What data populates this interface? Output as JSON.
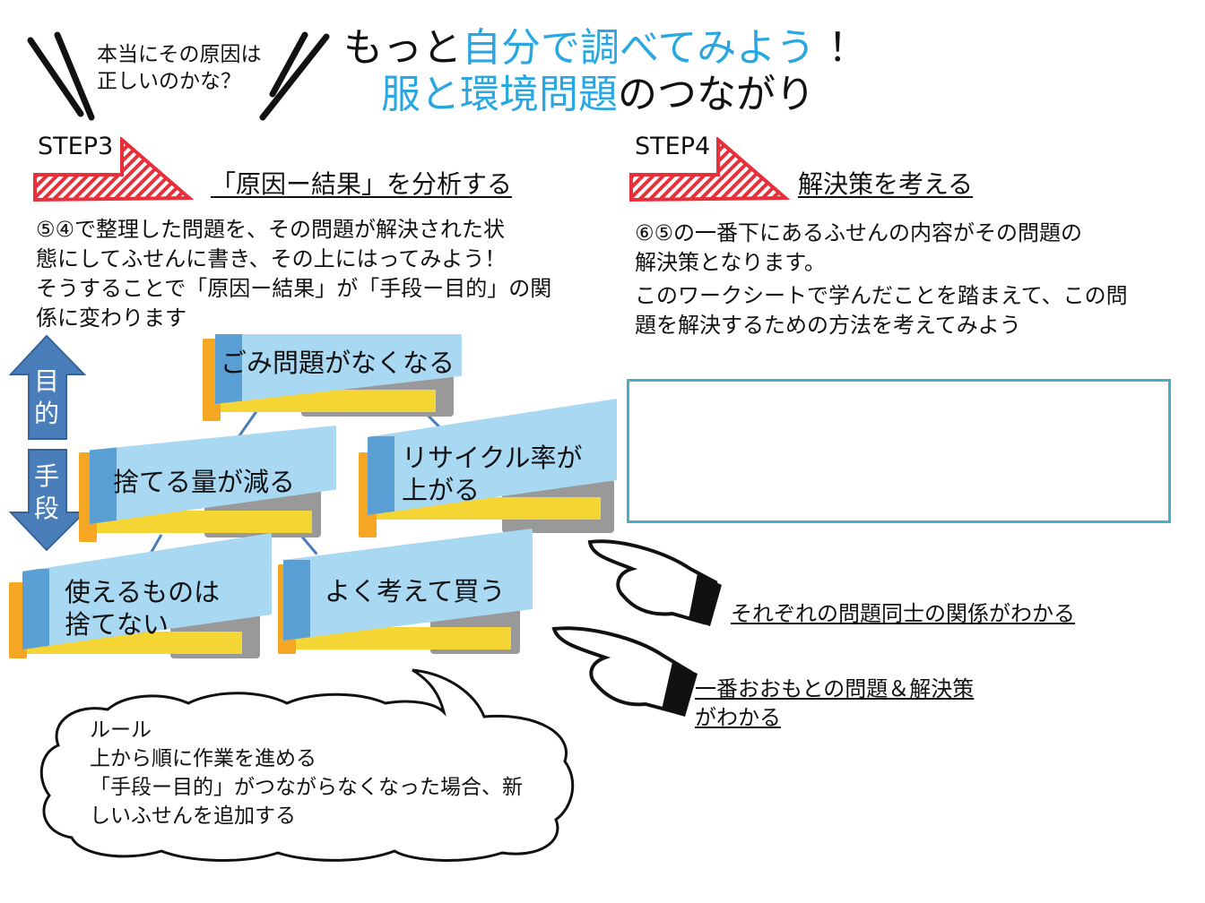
{
  "title": {
    "line1_black_a": "もっと",
    "line1_blue": "自分で調べてみよう",
    "line1_black_b": "！",
    "line2_blue": "服と環境問題",
    "line2_black": "のつながり"
  },
  "callout": {
    "line1": "本当にその原因は",
    "line2": "正しいのかな？"
  },
  "step3": {
    "label": "STEP3",
    "heading": "「原因ー結果」を分析する",
    "instructions": [
      "⑤④で整理した問題を、その問題が解決された状",
      "態にしてふせんに書き、その上にはってみよう！",
      "そうすることで「原因ー結果」が「手段ー目的」の関",
      "係に変わります"
    ]
  },
  "axis": {
    "purpose": "目的",
    "means": "手段"
  },
  "notes": {
    "top": "ごみ問題がなくなる",
    "mid_left": "捨てる量が減る",
    "mid_right_1": "リサイクル率が",
    "mid_right_2": "上がる",
    "bottom_left_1": "使えるものは",
    "bottom_left_2": "捨てない",
    "bottom_right": "よく考えて買う"
  },
  "step4": {
    "label": "STEP4",
    "heading": "解決策を考える",
    "instructions": [
      "⑥⑤の一番下にあるふせんの内容がその問題の",
      "解決策となります。",
      "このワークシートで学んだことを踏まえて、この問",
      "題を解決するための方法を考えてみよう"
    ]
  },
  "answer_box": {
    "value": ""
  },
  "points": {
    "first": "それぞれの問題同士の関係がわかる",
    "second_1": "一番おおもとの問題＆解決策",
    "second_2": "がわかる"
  },
  "rules": {
    "title": "ルール",
    "lines": [
      "上から順に作業を進める",
      "「手段ー目的」がつながらなくなった場合、新",
      "しいふせんを追加する"
    ]
  },
  "colors": {
    "accent_blue": "#2aa7e0",
    "arrow_blue": "#4a7ebb",
    "box_border": "#4bacc6",
    "step_red": "#e8303a"
  }
}
